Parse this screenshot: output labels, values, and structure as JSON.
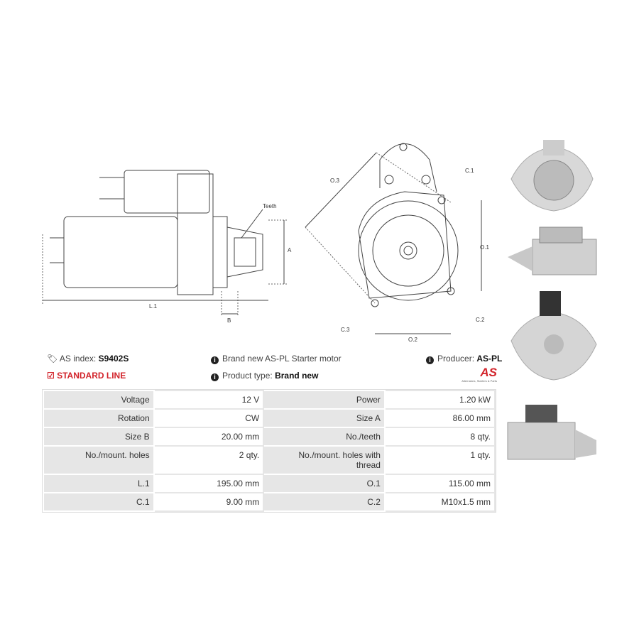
{
  "drawing": {
    "side_labels": {
      "teeth": "Teeth",
      "a": "A",
      "b": "B",
      "l1": "L.1"
    },
    "front_labels": {
      "o3": "O.3",
      "c1": "C.1",
      "o1": "O.1",
      "c2": "C.2",
      "c3": "C.3",
      "o2": "O.2"
    }
  },
  "info": {
    "as_index_label": "AS index:",
    "as_index_value": "S9402S",
    "line": "STANDARD LINE",
    "description": "Brand new AS-PL Starter motor",
    "product_type_label": "Product type:",
    "product_type_value": "Brand new",
    "producer_label": "Producer:",
    "producer_value": "AS-PL",
    "logo_text": "AS",
    "logo_tagline": "Alternators, Starters & Parts"
  },
  "specs": [
    {
      "k1": "Voltage",
      "v1": "12 V",
      "k2": "Power",
      "v2": "1.20 kW"
    },
    {
      "k1": "Rotation",
      "v1": "CW",
      "k2": "Size A",
      "v2": "86.00 mm"
    },
    {
      "k1": "Size B",
      "v1": "20.00 mm",
      "k2": "No./teeth",
      "v2": "8 qty."
    },
    {
      "k1": "No./mount. holes",
      "v1": "2 qty.",
      "k2": "No./mount. holes with thread",
      "v2": "1 qty."
    },
    {
      "k1": "L.1",
      "v1": "195.00 mm",
      "k2": "O.1",
      "v2": "115.00 mm"
    },
    {
      "k1": "C.1",
      "v1": "9.00 mm",
      "k2": "C.2",
      "v2": "M10x1.5 mm"
    }
  ],
  "colors": {
    "accent": "#d2232a",
    "header_cell": "#e6e6e6"
  }
}
